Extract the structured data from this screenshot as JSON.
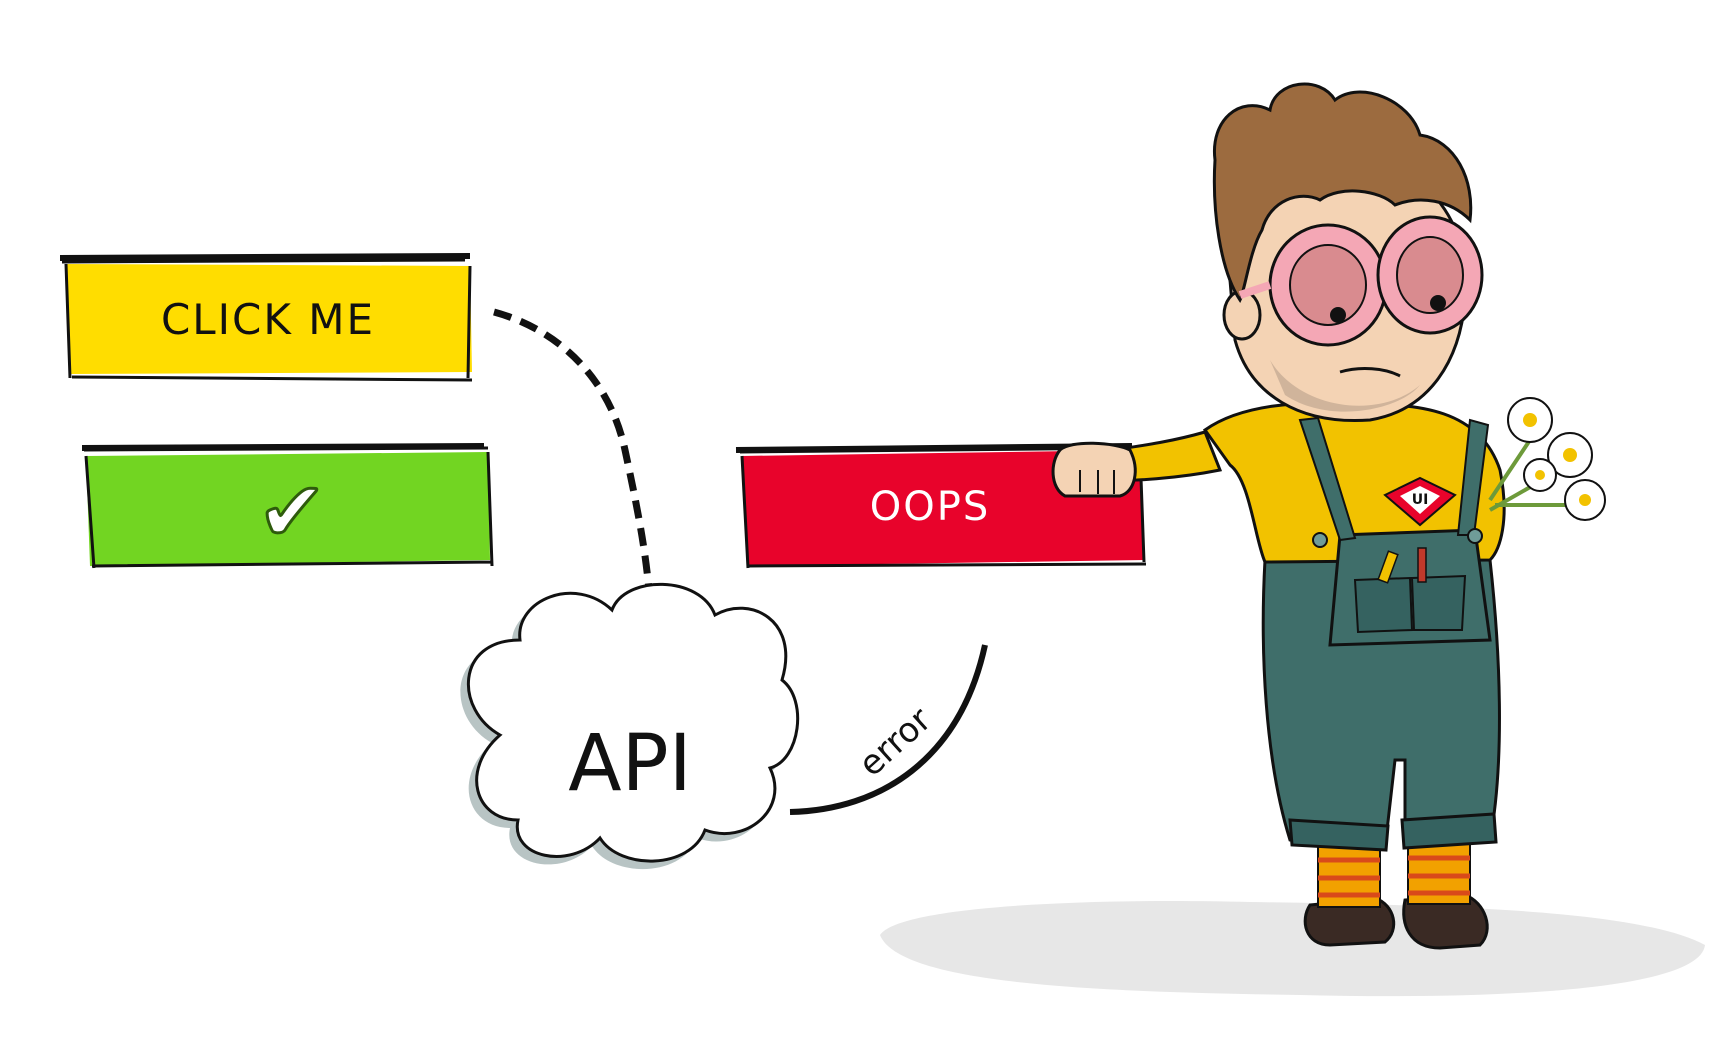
{
  "buttons": {
    "click_label": "CLICK ME",
    "success_label": "✔",
    "error_label": "OOPS"
  },
  "api": {
    "label": "API",
    "error_label": "error"
  },
  "character": {
    "badge_text": "UI"
  },
  "colors": {
    "click_button": "#FFDD00",
    "success_button": "#72D522",
    "error_button": "#E8032B",
    "overalls": "#3F6E6A",
    "shirt": "#F2C200",
    "hair": "#9C6B3F",
    "glasses": "#F4A7B5"
  }
}
